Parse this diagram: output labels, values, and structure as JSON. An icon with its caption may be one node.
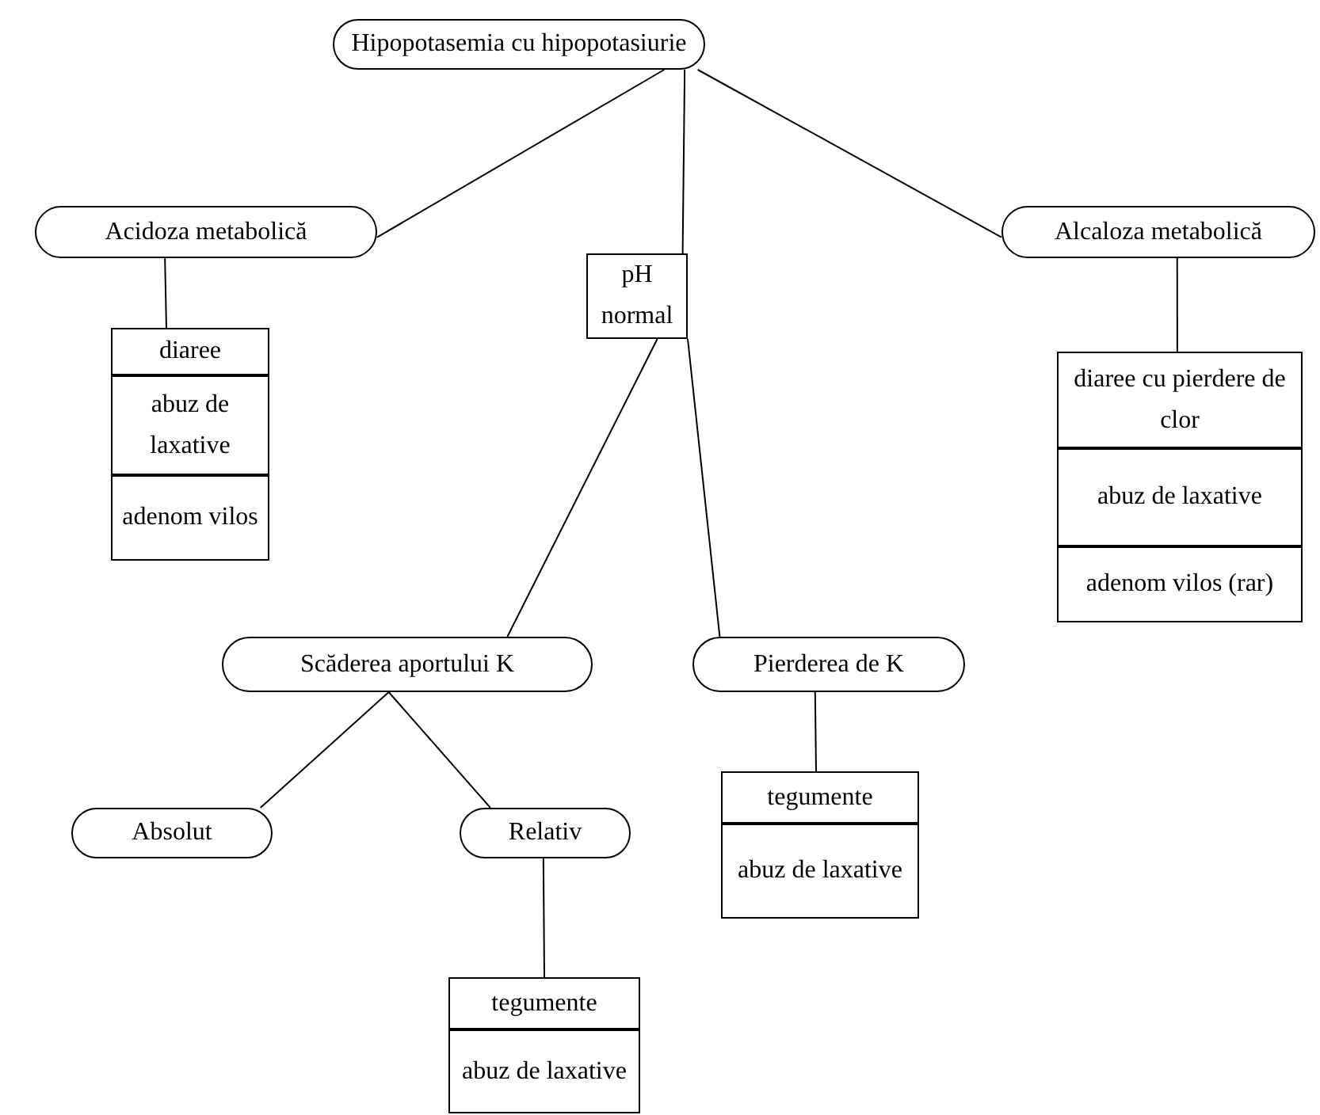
{
  "diagram": {
    "nodes": [
      {
        "text": [
          "Hipopotasemia cu hipopotasiurie"
        ]
      },
      {
        "text": [
          "Acidoza metabolică"
        ]
      },
      {
        "text": [
          "pH normal"
        ]
      },
      {
        "text": [
          "Alcaloza metabolică"
        ]
      },
      {
        "text": [
          "diaree"
        ]
      },
      {
        "text": [
          "abuz de laxative"
        ]
      },
      {
        "text": [
          "adenom vilos"
        ]
      },
      {
        "text": [
          "diaree cu pierdere de clor"
        ]
      },
      {
        "text": [
          "abuz de laxative"
        ]
      },
      {
        "text": [
          "adenom vilos (rar)"
        ]
      },
      {
        "text": [
          "Scăderea aportului K"
        ]
      },
      {
        "text": [
          "Pierderea de K"
        ]
      },
      {
        "text": [
          "tegumente"
        ]
      },
      {
        "text": [
          "abuz de laxative"
        ]
      },
      {
        "text": [
          "Absolut"
        ]
      },
      {
        "text": [
          "Relativ"
        ]
      },
      {
        "text": [
          "tegumente"
        ]
      },
      {
        "text": [
          "abuz de laxative"
        ]
      }
    ],
    "edges": [
      {
        "from": 0,
        "to": 1,
        "arrow": "none"
      },
      {
        "from": 0,
        "to": 2,
        "arrow": "none"
      },
      {
        "from": 0,
        "to": 3,
        "arrow": "none"
      },
      {
        "from": 1,
        "to": 4,
        "arrow": "none"
      },
      {
        "from": 3,
        "to": 7,
        "arrow": "none"
      },
      {
        "from": 2,
        "to": 10,
        "arrow": "none"
      },
      {
        "from": 2,
        "to": 11,
        "arrow": "none"
      },
      {
        "from": 10,
        "to": 14,
        "arrow": "none"
      },
      {
        "from": 10,
        "to": 15,
        "arrow": "none"
      },
      {
        "from": 11,
        "to": 12,
        "arrow": "none"
      },
      {
        "from": 15,
        "to": 16,
        "arrow": "none"
      }
    ]
  }
}
